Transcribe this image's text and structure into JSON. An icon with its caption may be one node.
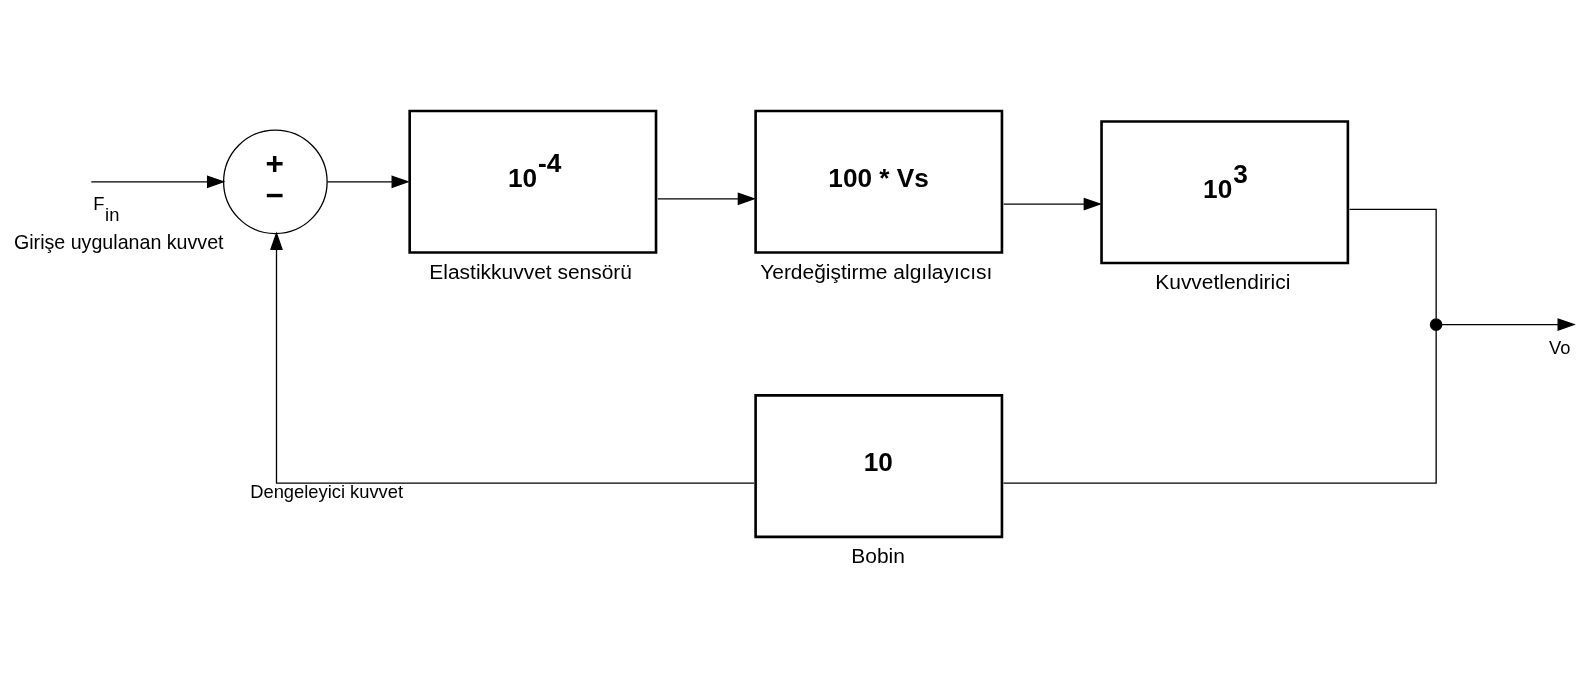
{
  "diagram": {
    "nodes": [
      {
        "text": [
          "+",
          "−"
        ],
        "beside": [
          "Girişe uygulanan kuvvet"
        ]
      },
      {
        "text": [
          "10$^{-4}$"
        ],
        "beside": [
          "Elastikkuvvet sensörü"
        ]
      },
      {
        "text": [
          "100 * Vs"
        ],
        "beside": [
          "Yerdeğiştirme algılayıcısı"
        ]
      },
      {
        "text": [
          "10$^{3}$"
        ],
        "beside": [
          "Kuvvetlendirici"
        ]
      },
      {
        "text": [],
        "shape": "dot"
      },
      {
        "text": [
          "10"
        ],
        "beside": [
          "Bobin"
        ]
      }
    ],
    "edges": [
      {
        "from": null,
        "to": 0,
        "arrow": "to",
        "label": "F$_{in}$"
      },
      {
        "from": 0,
        "to": 1,
        "arrow": "to"
      },
      {
        "from": 1,
        "to": 2,
        "arrow": "to"
      },
      {
        "from": 2,
        "to": 3,
        "arrow": "to"
      },
      {
        "from": 3,
        "to": 4,
        "arrow": "none"
      },
      {
        "from": 4,
        "to": null,
        "arrow": "to",
        "label": "Vo"
      },
      {
        "from": 4,
        "to": 5,
        "arrow": "none"
      },
      {
        "from": 5,
        "to": 0,
        "arrow": "to",
        "label": "Dengeleyici kuvvet"
      }
    ]
  }
}
